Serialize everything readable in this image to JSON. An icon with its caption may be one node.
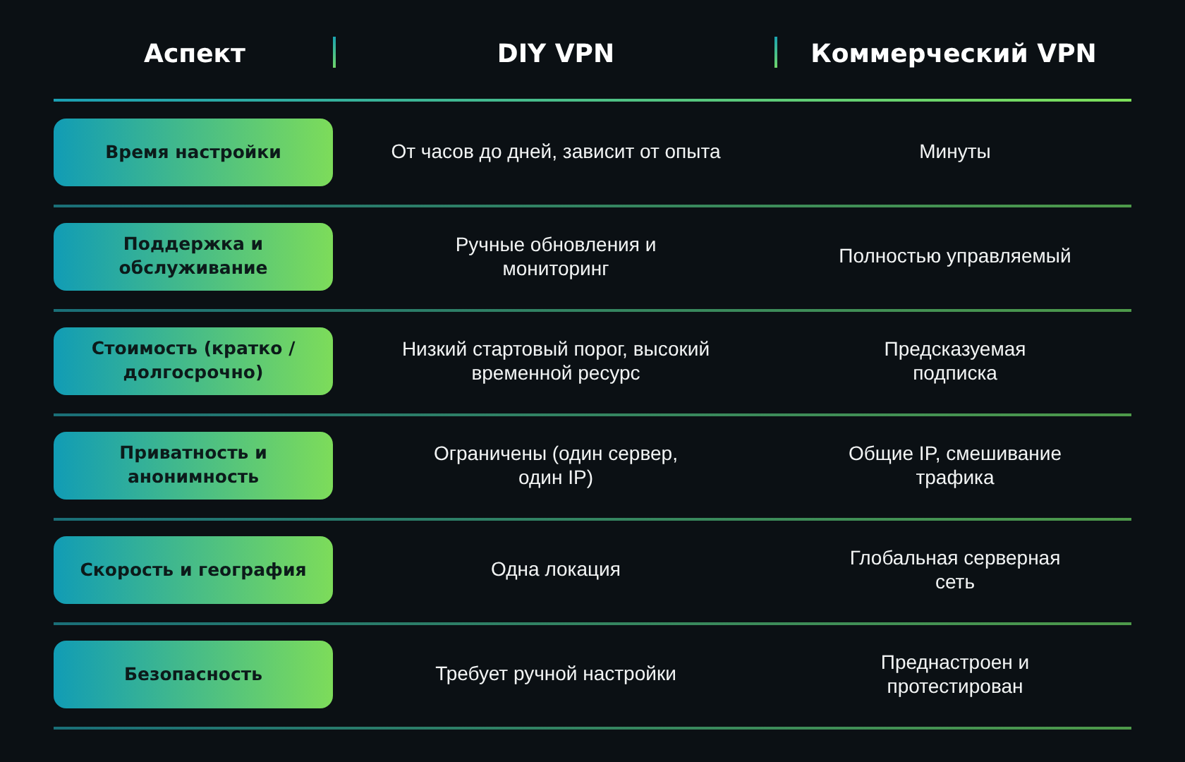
{
  "diagram": {
    "nodes": [
      {
        "text": [
          "Время настройки"
        ]
      },
      {
        "text": [
          "Поддержка и обслуживание"
        ]
      },
      {
        "text": [
          "Стоимость (кратко / долгосрочно)"
        ]
      },
      {
        "text": [
          "Приватность и анонимность"
        ]
      },
      {
        "text": [
          "Скорость и география"
        ]
      },
      {
        "text": [
          "Безопасность"
        ]
      }
    ],
    "labels": [
      "Аспект",
      "DIY VPN",
      "Коммерческий VPN",
      "От часов до дней, зависит от опыта",
      "Минуты",
      "Ручные обновления и мониторинг",
      "Полностью управляемый",
      "Низкий стартовый порог, высокий временной ресурс",
      "Предсказуемая подписка",
      "Ограничены (один сервер, один IP)",
      "Общие IP, смешивание трафика",
      "Одна локация",
      "Глобальная серверная сеть",
      "Требует ручной настройки",
      "Преднастроен и протестирован"
    ]
  }
}
